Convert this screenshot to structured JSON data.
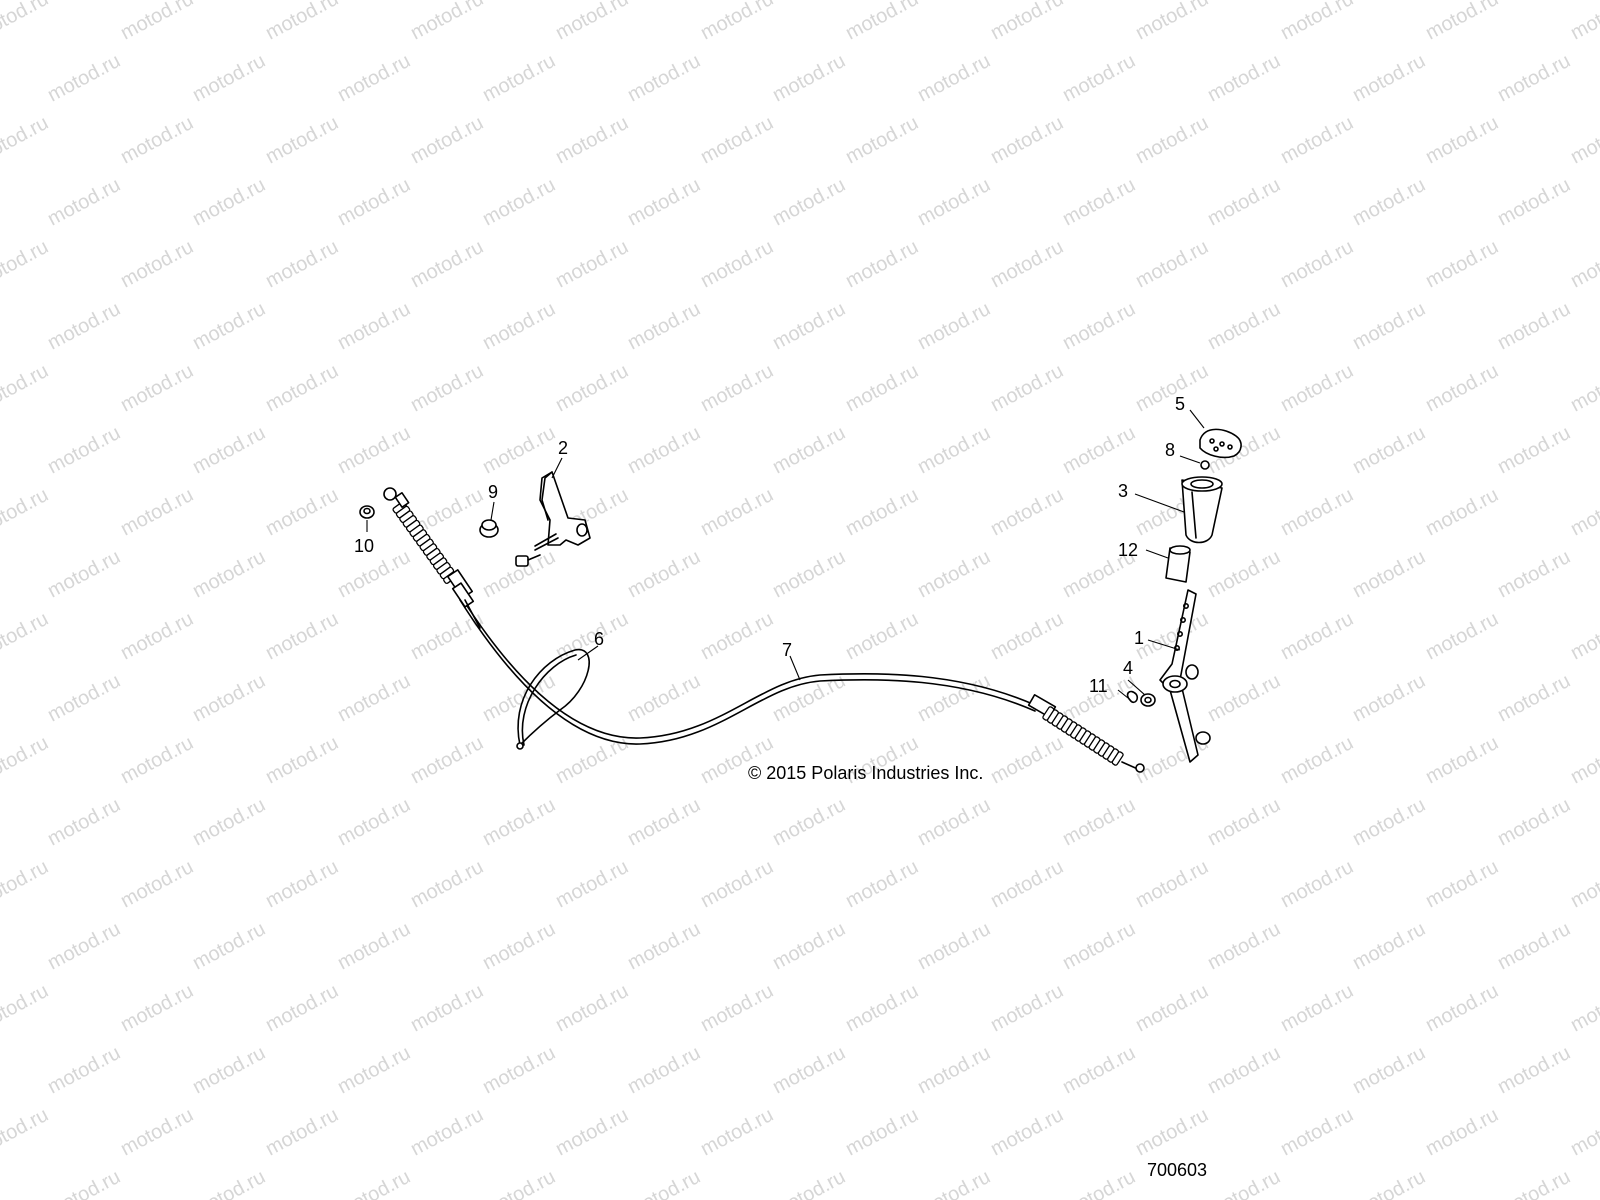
{
  "watermark": {
    "text": "motod.ru",
    "color": "#d6d6d6"
  },
  "diagram": {
    "callouts": [
      {
        "id": "c1",
        "label": "1"
      },
      {
        "id": "c2",
        "label": "2"
      },
      {
        "id": "c3",
        "label": "3"
      },
      {
        "id": "c4",
        "label": "4"
      },
      {
        "id": "c5",
        "label": "5"
      },
      {
        "id": "c6",
        "label": "6"
      },
      {
        "id": "c7",
        "label": "7"
      },
      {
        "id": "c8",
        "label": "8"
      },
      {
        "id": "c9",
        "label": "9"
      },
      {
        "id": "c10",
        "label": "10"
      },
      {
        "id": "c11",
        "label": "11"
      },
      {
        "id": "c12",
        "label": "12"
      }
    ],
    "copyright": "© 2015 Polaris Industries Inc.",
    "part_number": "700603"
  }
}
